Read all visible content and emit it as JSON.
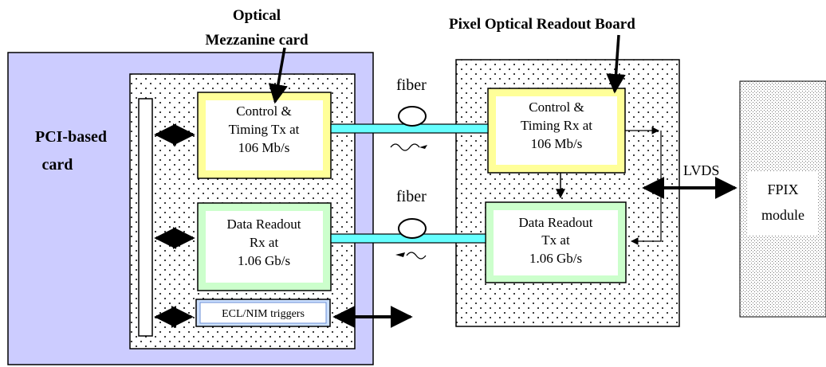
{
  "labels": {
    "mezz_line1": "Optical",
    "mezz_line2": "Mezzanine card",
    "porb": "Pixel Optical Readout  Board",
    "pci_line1": "PCI-based",
    "pci_line2": "card",
    "fiber_top": "fiber",
    "fiber_bottom": "fiber",
    "lvds": "LVDS"
  },
  "boxes": {
    "ctrl_tx": [
      "Control &",
      "Timing Tx at",
      "106 Mb/s"
    ],
    "data_rx": [
      "Data Readout",
      "Rx at",
      "1.06 Gb/s"
    ],
    "ecl": "ECL/NIM triggers",
    "ctrl_rx": [
      "Control &",
      "Timing Rx at",
      "106 Mb/s"
    ],
    "data_tx": [
      "Data Readout",
      "Tx at",
      "1.06 Gb/s"
    ],
    "fpix": [
      "FPIX",
      "module"
    ]
  },
  "colors": {
    "pci_fill": "#ccccff",
    "ctrl_fill": "#ffff99",
    "data_fill": "#ccffcc",
    "ecl_fill": "#cce0ff",
    "fiber": "#66ffff"
  }
}
